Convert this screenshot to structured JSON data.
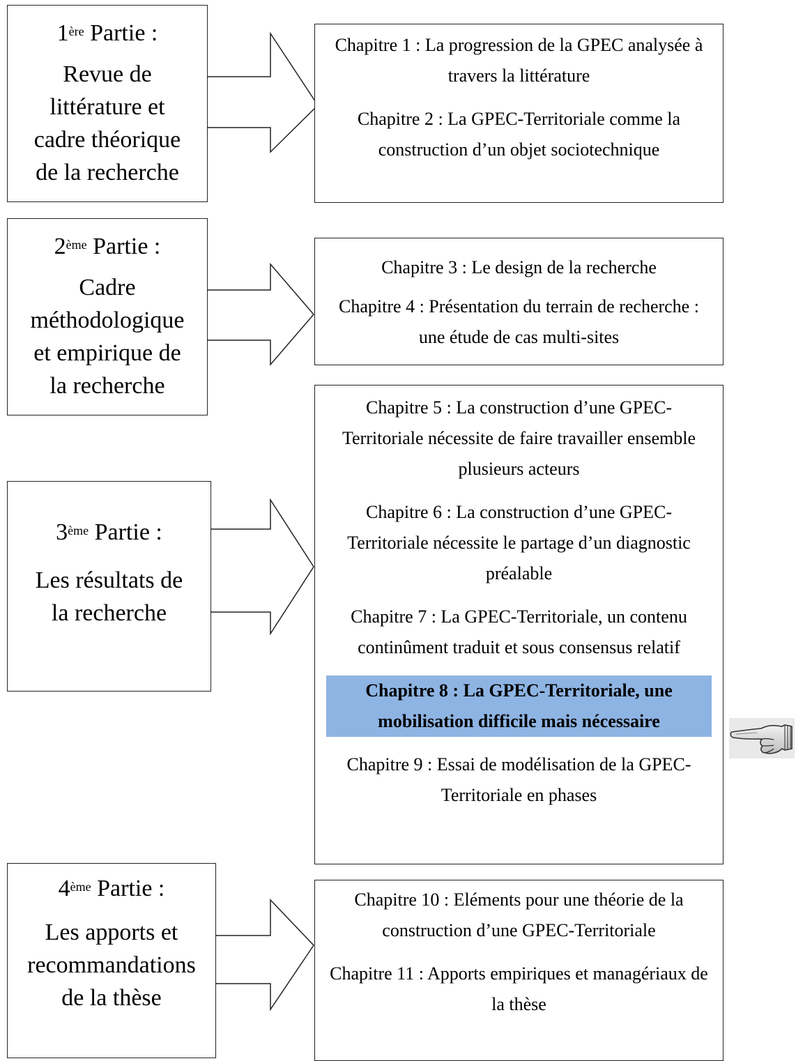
{
  "parts": [
    {
      "number": "1",
      "sup": "ère",
      "word": " Partie :",
      "lines": [
        "Revue de",
        "littérature et",
        "cadre théorique",
        "de la recherche"
      ],
      "chapters": [
        "Chapitre 1 : La progression de la GPEC analysée à travers la littérature",
        "Chapitre 2 : La GPEC-Territoriale comme la construction d’un objet sociotechnique"
      ]
    },
    {
      "number": "2",
      "sup": "ème",
      "word": " Partie :",
      "lines": [
        "Cadre",
        "méthodologique",
        "et empirique  de",
        "la recherche"
      ],
      "chapters": [
        "Chapitre 3 : Le design de la recherche",
        "Chapitre 4 : Présentation du terrain de recherche : une étude de cas multi-sites"
      ]
    },
    {
      "number": "3",
      "sup": "ème",
      "word": " Partie :",
      "lines": [
        "Les résultats de",
        "la recherche"
      ],
      "chapters": [
        "Chapitre 5 : La construction d’une GPEC-Territoriale nécessite de faire travailler ensemble plusieurs acteurs",
        "Chapitre 6 : La construction d’une GPEC-Territoriale nécessite le partage d’un diagnostic préalable",
        "Chapitre 7 : La GPEC-Territoriale, un contenu continûment traduit et sous consensus relatif",
        "Chapitre 8 : La GPEC-Territoriale, une mobilisation difficile mais nécessaire",
        "Chapitre 9 : Essai de modélisation de la GPEC-Territoriale en phases"
      ],
      "highlight_color": "#8eb4e3"
    },
    {
      "number": "4",
      "sup": "ème",
      "word": " Partie :",
      "lines": [
        "Les apports et",
        "recommandations",
        "de la thèse"
      ],
      "chapters": [
        "Chapitre 10 : Eléments pour une théorie de la construction d’une GPEC-Territoriale",
        "Chapitre 11 : Apports empiriques et managériaux de la thèse"
      ]
    }
  ],
  "icons": {
    "pointer": "pointing-hand-icon"
  }
}
